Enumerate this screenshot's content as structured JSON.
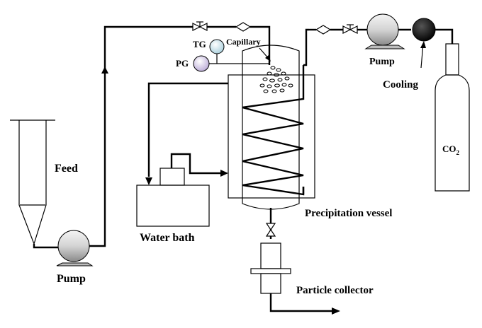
{
  "labels": {
    "feed": "Feed",
    "pump_left": "Pump",
    "water_bath": "Water bath",
    "tg": "TG",
    "pg": "PG",
    "capillary": "Capillary",
    "pump_right": "Pump",
    "cooling": "Cooling",
    "co2_main": "CO",
    "co2_sub": "2",
    "precipitation_vessel": "Precipitation vessel",
    "particle_collector": "Particle collector"
  },
  "colors": {
    "line": "#000000",
    "tg_gauge": "#cfe6ee",
    "pg_gauge": "#d9cfe8",
    "cooling": "#000000"
  }
}
